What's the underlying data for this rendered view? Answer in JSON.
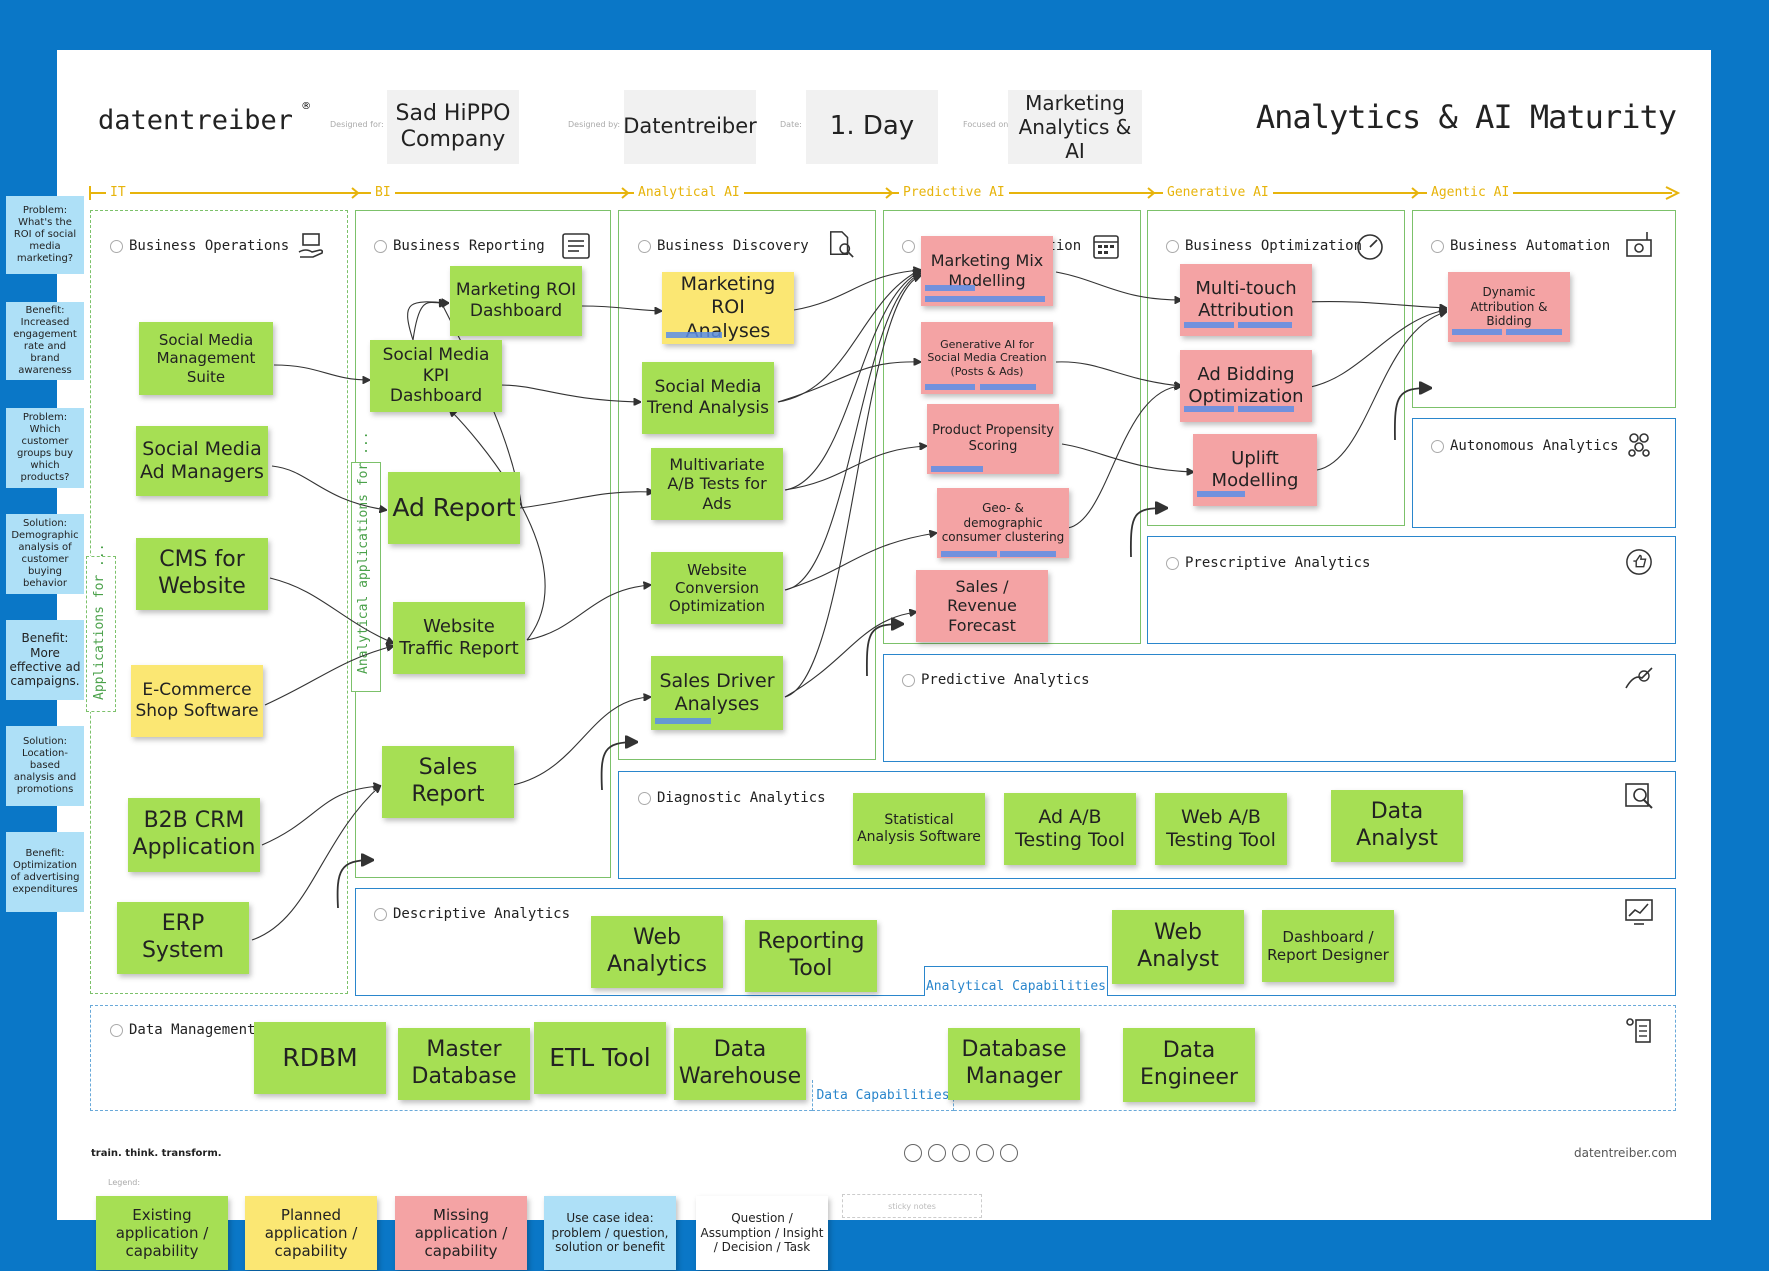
{
  "header": {
    "logo_text": "datentreiber",
    "designed_for_label": "Designed for:",
    "company": "Sad HiPPO Company",
    "designed_by_label": "Designed by:",
    "designer": "Datentreiber",
    "date_label": "Date:",
    "date_value": "1. Day",
    "focused_on_label": "Focused on:",
    "focus": "Marketing Analytics & AI",
    "title": "Analytics & AI Maturity"
  },
  "phases": [
    "IT",
    "BI",
    "Analytical AI",
    "Predictive AI",
    "Generative AI",
    "Agentic AI"
  ],
  "side_cards": [
    "Problem: What's the ROI of social media marketing?",
    "Benefit: Increased engagement rate and brand awareness",
    "Problem: Which customer groups buy which products?",
    "Solution: Demographic analysis of customer buying behavior",
    "Benefit: More effective ad campaigns.",
    "Solution: Location-based analysis and promotions",
    "Benefit: Optimization of advertising expenditures"
  ],
  "sections": {
    "business_operations": "Business Operations",
    "business_reporting": "Business Reporting",
    "business_discovery": "Business Discovery",
    "business_prediction": "Business Prediction",
    "business_optimization": "Business Optimization",
    "business_automation": "Business Automation",
    "autonomous_analytics": "Autonomous Analytics",
    "prescriptive_analytics": "Prescriptive Analytics",
    "predictive_analytics": "Predictive Analytics",
    "diagnostic_analytics": "Diagnostic Analytics",
    "descriptive_analytics": "Descriptive Analytics",
    "data_management": "Data Management",
    "analytical_capabilities": "Analytical Capabilities",
    "data_capabilities": "Data Capabilities",
    "applications_for": "Applications for ...",
    "analytical_applications_for": "Analytical applications for ..."
  },
  "stickies": {
    "smms": "Social Media Management Suite",
    "smam": "Social Media Ad Managers",
    "cms": "CMS for Website",
    "ecom": "E-Commerce Shop Software",
    "b2b": "B2B CRM Application",
    "erp": "ERP System",
    "mroi_dash": "Marketing ROI Dashboard",
    "smkpi": "Social Media KPI Dashboard",
    "adrep": "Ad Report",
    "webtraffic": "Website Traffic Report",
    "salesrep": "Sales Report",
    "mroi_an": "Marketing ROI Analyses",
    "smtrend": "Social Media Trend Analysis",
    "mvab": "Multivariate A/B Tests for Ads",
    "webconv": "Website Conversion Optimization",
    "salesdrv": "Sales Driver Analyses",
    "mmm": "Marketing Mix Modelling",
    "genai": "Generative AI for Social Media Creation (Posts & Ads)",
    "propensity": "Product Propensity Scoring",
    "geo": "Geo- & demographic consumer clustering",
    "forecast": "Sales / Revenue Forecast",
    "multitouch": "Multi-touch Attribution",
    "adbid": "Ad Bidding Optimization",
    "uplift": "Uplift Modelling",
    "dynattr": "Dynamic Attribution & Bidding",
    "stat": "Statistical Analysis Software",
    "adab": "Ad A/B Testing Tool",
    "webab": "Web A/B Testing Tool",
    "danalyst": "Data Analyst",
    "webanalytics": "Web Analytics",
    "reptool": "Reporting Tool",
    "webanalyst": "Web Analyst",
    "dashdesigner": "Dashboard / Report Designer",
    "rdbms": "RDBM",
    "masterdb": "Master Database",
    "etl": "ETL Tool",
    "dwh": "Data Warehouse",
    "dbmgr": "Database Manager",
    "dengineer": "Data Engineer"
  },
  "footer": {
    "tagline": "train. think. transform.",
    "site": "datentreiber.com",
    "legend_label": "Legend:",
    "sticky_notes_label": "sticky notes"
  },
  "legend": [
    {
      "label": "Existing application / capability",
      "color": "#a6df54"
    },
    {
      "label": "Planned application / capability",
      "color": "#fbe773"
    },
    {
      "label": "Missing application / capability",
      "color": "#f4a3a4"
    },
    {
      "label": "Use case idea: problem / question, solution or benefit",
      "color": "#aee0f7"
    },
    {
      "label": "Question / Assumption / Insight / Decision / Task",
      "color": "#ffffff"
    }
  ],
  "colors": {
    "background": "#0a77c7",
    "existing": "#a6df54",
    "planned": "#fbe773",
    "missing": "#f4a3a4",
    "idea": "#aee0f7",
    "phase": "#e7b40c"
  }
}
